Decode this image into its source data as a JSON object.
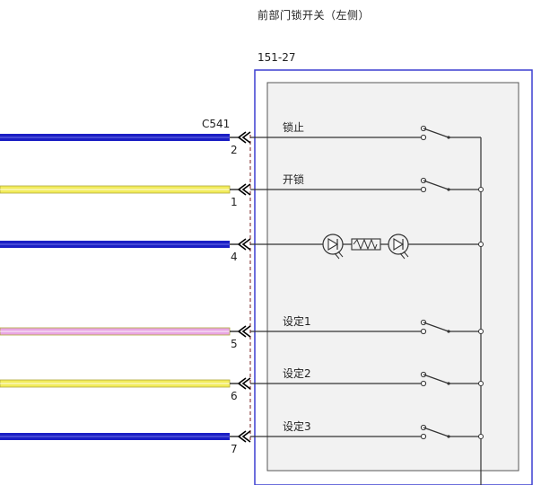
{
  "component": {
    "title": "前部门锁开关（左侧）",
    "part_number": "151-27",
    "connector_id": "C541"
  },
  "colors": {
    "blue": "#1b1fc4",
    "yellow": "#f2ec5c",
    "pink": "#e9a6e3",
    "housing_outline": "#3b3fd1",
    "housing_fill": "#f2f2f2"
  },
  "circuits": [
    {
      "pin": "2",
      "label": "锁止",
      "wire_color": "blue",
      "element": "switch"
    },
    {
      "pin": "1",
      "label": "开锁",
      "wire_color": "yellow",
      "element": "switch"
    },
    {
      "pin": "4",
      "label": "",
      "wire_color": "blue",
      "element": "led-resistor-led"
    },
    {
      "pin": "5",
      "label": "设定1",
      "wire_color": "pink",
      "element": "switch"
    },
    {
      "pin": "6",
      "label": "设定2",
      "wire_color": "yellow",
      "element": "switch"
    },
    {
      "pin": "7",
      "label": "设定3",
      "wire_color": "blue",
      "element": "switch"
    }
  ]
}
